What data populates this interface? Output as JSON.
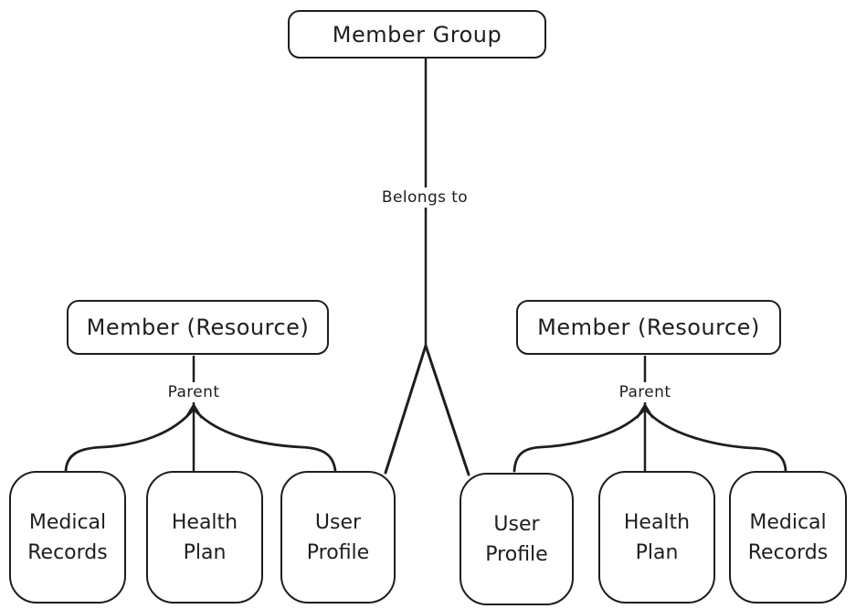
{
  "canvas": {
    "background_color": "#ffffff",
    "stroke_color": "#1e1e1e"
  },
  "nodes": {
    "member_group": {
      "label": "Member Group"
    },
    "member_resource_left": {
      "label": "Member (Resource)"
    },
    "member_resource_right": {
      "label": "Member (Resource)"
    },
    "medical_records_left": {
      "label": "Medical\nRecords"
    },
    "health_plan_left": {
      "label": "Health\nPlan"
    },
    "user_profile_left": {
      "label": "User\nProfile"
    },
    "user_profile_right": {
      "label": "User\nProfile"
    },
    "health_plan_right": {
      "label": "Health\nPlan"
    },
    "medical_records_right": {
      "label": "Medical\nRecords"
    }
  },
  "edge_labels": {
    "belongs_to": "Belongs to",
    "parent_left": "Parent",
    "parent_right": "Parent"
  }
}
